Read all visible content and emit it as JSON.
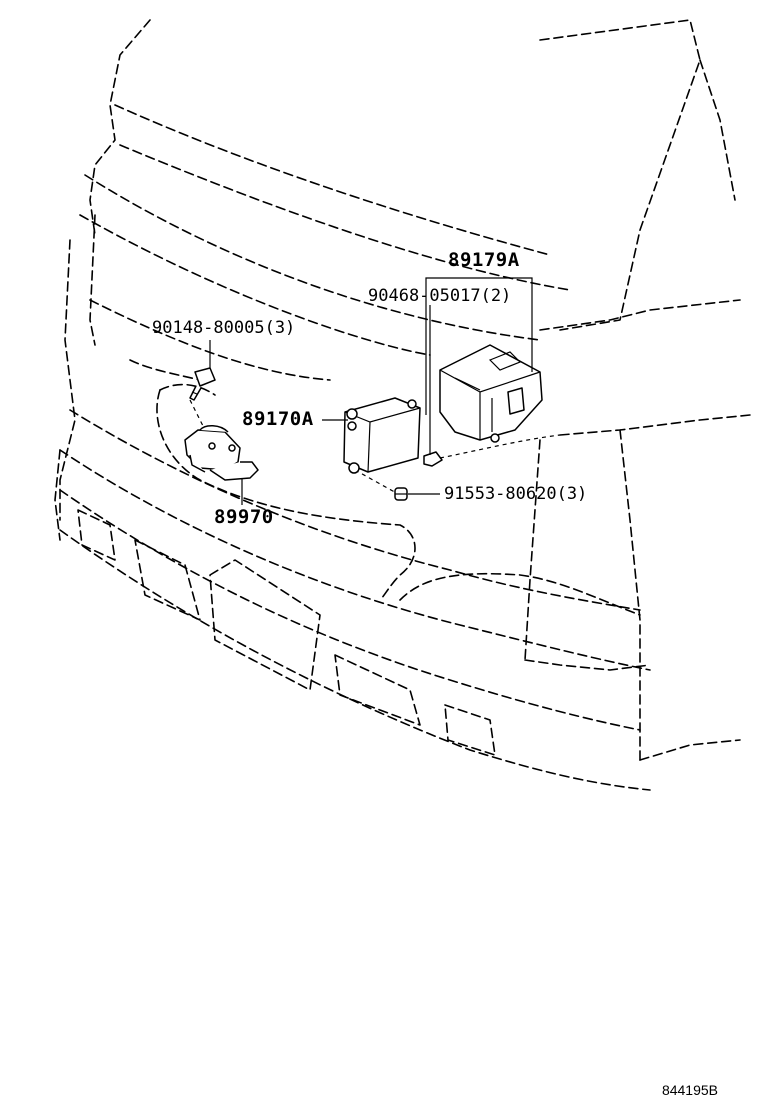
{
  "labels": {
    "relay_assy": "89179A",
    "relay_bolt": "90468-05017(2)",
    "bracket_bolt": "90148-80005(3)",
    "sensor_assy": "89170A",
    "nut": "91553-80620(3)",
    "bracket": "89970"
  },
  "illustration_code": "844195B"
}
